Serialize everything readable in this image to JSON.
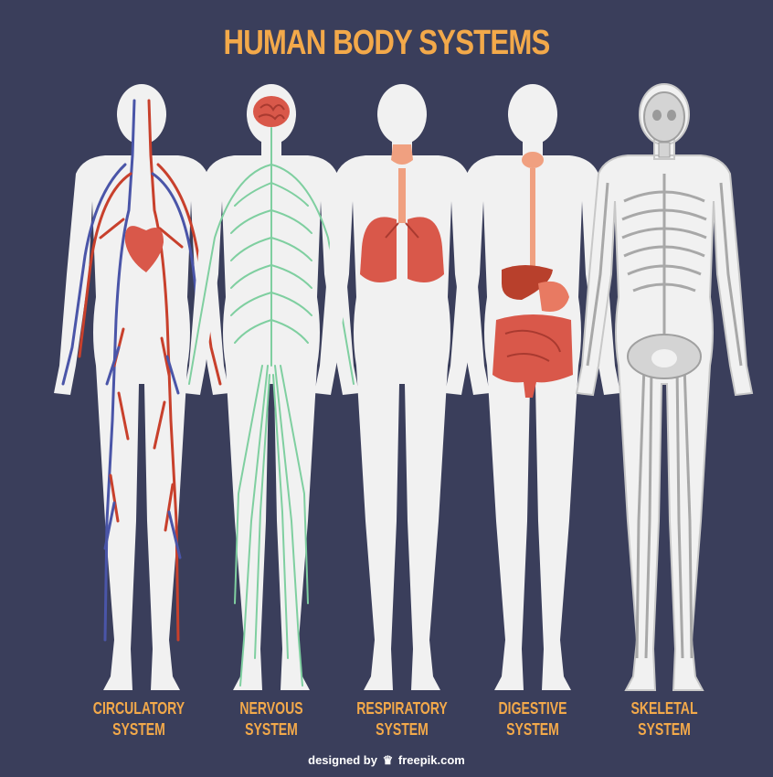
{
  "title": "HUMAN BODY SYSTEMS",
  "systems": [
    {
      "line1": "CIRCULATORY",
      "line2": "SYSTEM"
    },
    {
      "line1": "NERVOUS",
      "line2": "SYSTEM"
    },
    {
      "line1": "RESPIRATORY",
      "line2": "SYSTEM"
    },
    {
      "line1": "DIGESTIVE",
      "line2": "SYSTEM"
    },
    {
      "line1": "SKELETAL",
      "line2": "SYSTEM"
    }
  ],
  "credit": {
    "prefix": "designed by",
    "brand": "freepik.com"
  },
  "colors": {
    "background": "#3a3e5b",
    "title": "#f3a94a",
    "body": "#f1f1f1",
    "artery": "#c8402c",
    "vein": "#4a55a8",
    "nerve": "#7fcfa0",
    "organ": "#d9584a",
    "bone": "#d4d4d4"
  }
}
